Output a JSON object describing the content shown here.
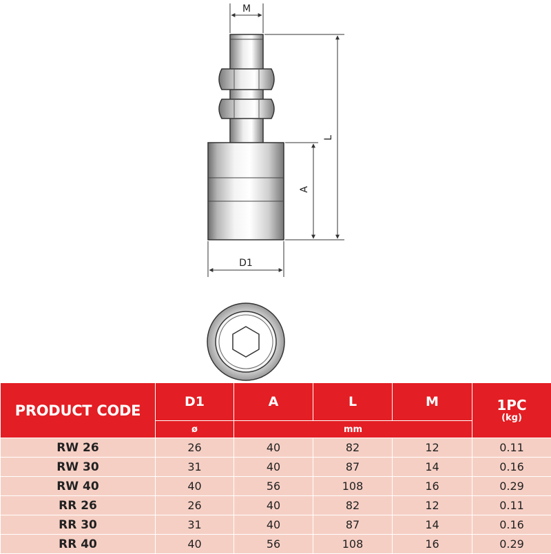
{
  "drawing": {
    "dimension_labels": {
      "m": "M",
      "l": "L",
      "a": "A",
      "d1": "D1"
    }
  },
  "table": {
    "header": {
      "product_code": "PRODUCT CODE",
      "d1": "D1",
      "a": "A",
      "l": "L",
      "m": "M",
      "pc": "1PC",
      "pc_unit": "(kg)",
      "d1_sub": "ø",
      "unit_sub": "mm"
    },
    "rows": [
      {
        "code": "RW 26",
        "d1": "26",
        "a": "40",
        "l": "82",
        "m": "12",
        "weight": "0.11"
      },
      {
        "code": "RW 30",
        "d1": "31",
        "a": "40",
        "l": "87",
        "m": "14",
        "weight": "0.16"
      },
      {
        "code": "RW 40",
        "d1": "40",
        "a": "56",
        "l": "108",
        "m": "16",
        "weight": "0.29"
      },
      {
        "code": "RR 26",
        "d1": "26",
        "a": "40",
        "l": "82",
        "m": "12",
        "weight": "0.11"
      },
      {
        "code": "RR 30",
        "d1": "31",
        "a": "40",
        "l": "87",
        "m": "14",
        "weight": "0.16"
      },
      {
        "code": "RR 40",
        "d1": "40",
        "a": "56",
        "l": "108",
        "m": "16",
        "weight": "0.29"
      }
    ]
  },
  "colors": {
    "accent_red": "#e31e24",
    "row_pink": "#f6cfc4"
  }
}
